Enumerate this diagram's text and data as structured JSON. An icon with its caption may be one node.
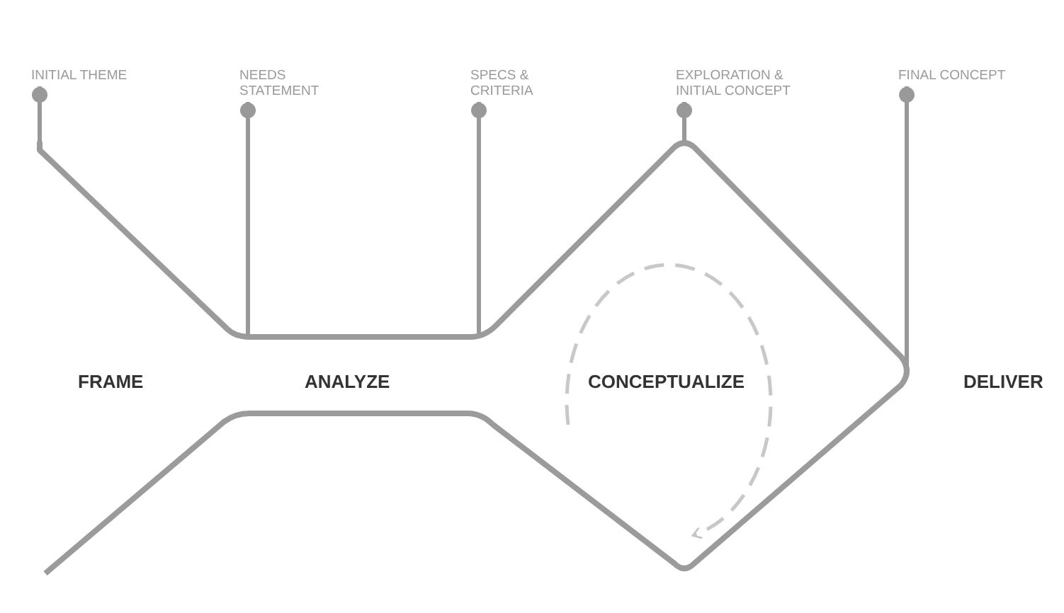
{
  "diagram": {
    "nodes": [
      {
        "text": [
          "INITIAL THEME"
        ]
      },
      {
        "text": [
          "NEEDS STATEMENT"
        ]
      },
      {
        "text": [
          "SPECS & CRITERIA"
        ]
      },
      {
        "text": [
          "EXPLORATION & INITIAL CONCEPT"
        ]
      },
      {
        "text": [
          "FINAL CONCEPT"
        ]
      }
    ],
    "edges": [
      {
        "from": 0,
        "to": null,
        "arrow": "other"
      },
      {
        "from": 1,
        "to": null,
        "arrow": "other"
      },
      {
        "from": 2,
        "to": null,
        "arrow": "other"
      },
      {
        "from": 3,
        "to": null,
        "arrow": "other"
      },
      {
        "from": 4,
        "to": null,
        "arrow": "other"
      }
    ],
    "labels": [
      "FRAME",
      "ANALYZE",
      "CONCEPTUALIZE",
      "DELIVER"
    ]
  }
}
